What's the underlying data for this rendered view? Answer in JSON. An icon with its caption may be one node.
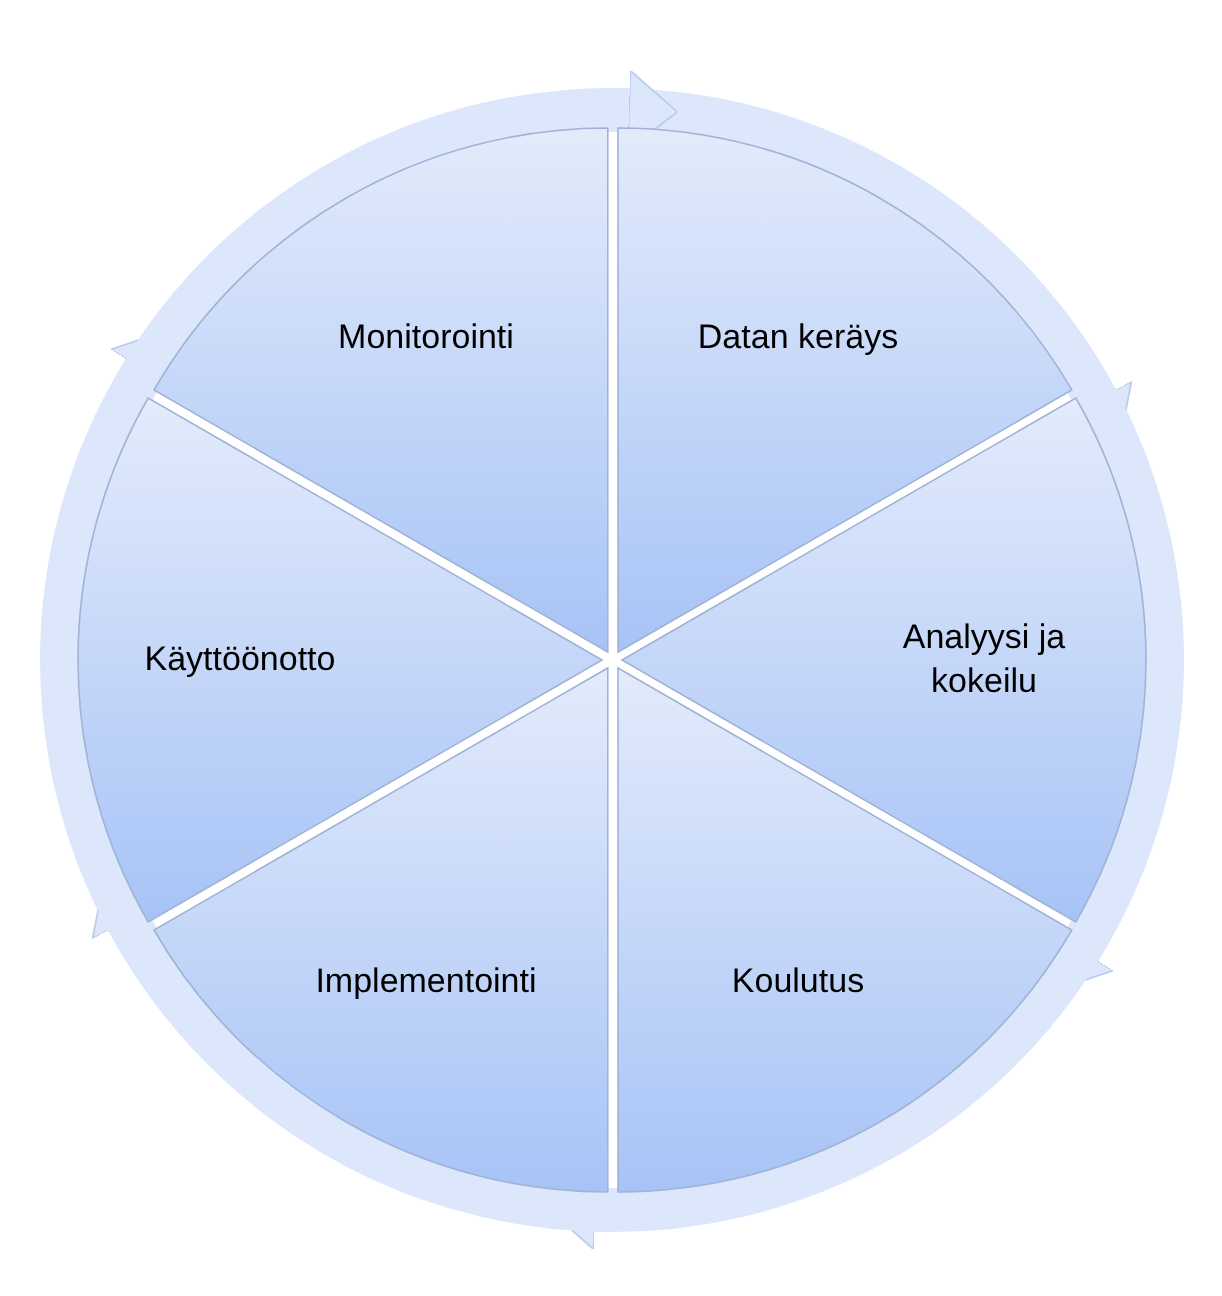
{
  "diagram": {
    "nodes": [
      {
        "text": [
          "Datan keräys"
        ]
      },
      {
        "text": [
          "Analyysi ja kokeilu"
        ]
      },
      {
        "text": [
          "Koulutus"
        ]
      },
      {
        "text": [
          "Implementointi"
        ]
      },
      {
        "text": [
          "Käyttöönotto"
        ]
      },
      {
        "text": [
          "Monitorointi"
        ]
      }
    ],
    "edges": [
      {
        "from": 0,
        "to": 1,
        "arrow": "to"
      },
      {
        "from": 1,
        "to": 2,
        "arrow": "to"
      },
      {
        "from": 2,
        "to": 3,
        "arrow": "to"
      },
      {
        "from": 3,
        "to": 4,
        "arrow": "to"
      },
      {
        "from": 4,
        "to": 5,
        "arrow": "to"
      },
      {
        "from": 5,
        "to": 0,
        "arrow": "to"
      }
    ]
  }
}
